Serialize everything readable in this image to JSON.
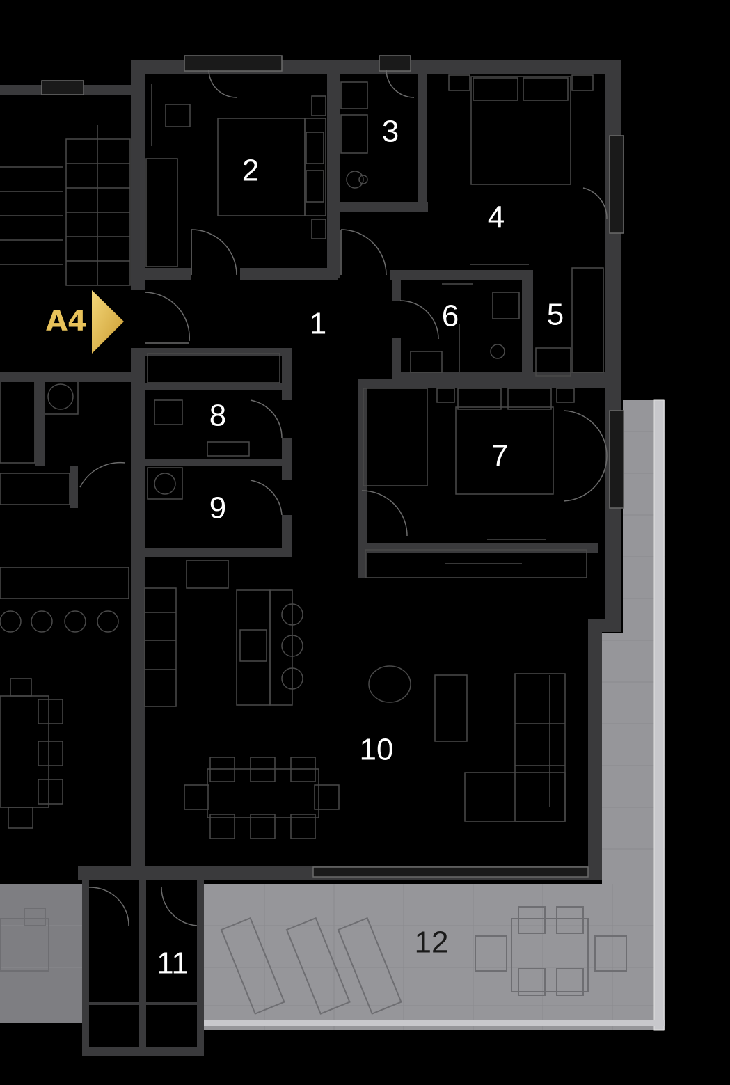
{
  "unit": {
    "label": "A4",
    "marker_color": "#e8c25a"
  },
  "rooms": [
    {
      "id": "1",
      "label": "1"
    },
    {
      "id": "2",
      "label": "2"
    },
    {
      "id": "3",
      "label": "3"
    },
    {
      "id": "4",
      "label": "4"
    },
    {
      "id": "5",
      "label": "5"
    },
    {
      "id": "6",
      "label": "6"
    },
    {
      "id": "7",
      "label": "7"
    },
    {
      "id": "8",
      "label": "8"
    },
    {
      "id": "9",
      "label": "9"
    },
    {
      "id": "10",
      "label": "10"
    },
    {
      "id": "11",
      "label": "11"
    },
    {
      "id": "12",
      "label": "12"
    }
  ],
  "colors": {
    "background": "#000000",
    "wall": "#3a3a3c",
    "terrace": "#9a9a9c",
    "label": "#ffffff"
  }
}
